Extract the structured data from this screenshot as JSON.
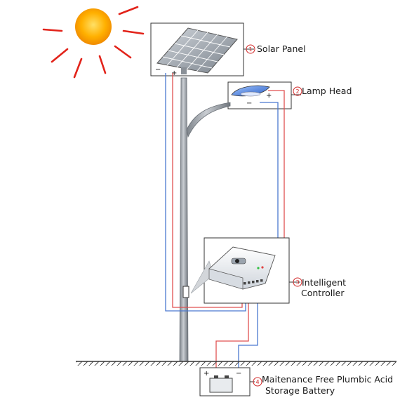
{
  "components": [
    {
      "number": "1",
      "label": "Solar Panel"
    },
    {
      "number": "2",
      "label": "Lamp Head"
    },
    {
      "number": "3",
      "label_line1": "Intelligent",
      "label_line2": "Controller"
    },
    {
      "number": "4",
      "label_line1": "Maitenance Free Plumbic Acid",
      "label_line2": "Storage Battery"
    }
  ],
  "terminals": {
    "negative": "−",
    "positive": "+"
  },
  "colors": {
    "positive_wire": "#e05050",
    "negative_wire": "#4a78d0",
    "sun_core": "#f7a400",
    "sun_rays": "#e2231a",
    "pole": "#9aa0a6",
    "callout_number": "#d22a2a"
  }
}
